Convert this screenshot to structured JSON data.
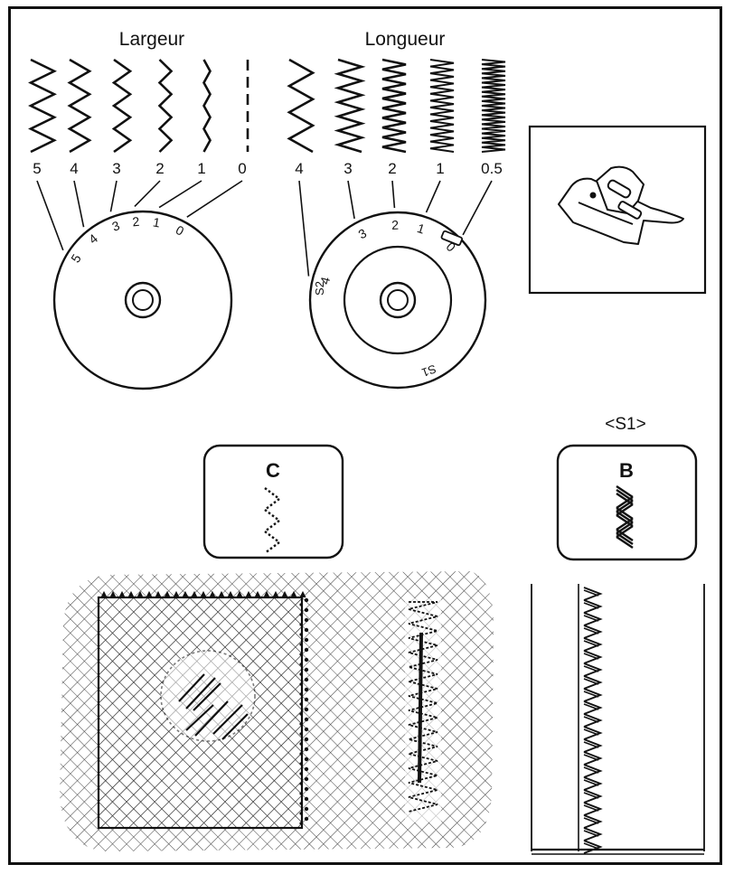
{
  "width_panel": {
    "title": "Largeur",
    "scale_labels": [
      "5",
      "4",
      "3",
      "2",
      "1",
      "0"
    ],
    "dial_labels": [
      "5",
      "4",
      "3",
      "2",
      "1",
      "0"
    ]
  },
  "length_panel": {
    "title": "Longueur",
    "scale_labels": [
      "4",
      "3",
      "2",
      "1",
      "0.5"
    ],
    "dial_labels": [
      "4",
      "3",
      "2",
      "1",
      "0"
    ],
    "dial_s2": "S2",
    "dial_s1": "S1"
  },
  "pattern_c": {
    "letter": "C"
  },
  "pattern_b": {
    "caption": "<S1>",
    "letter": "B"
  }
}
